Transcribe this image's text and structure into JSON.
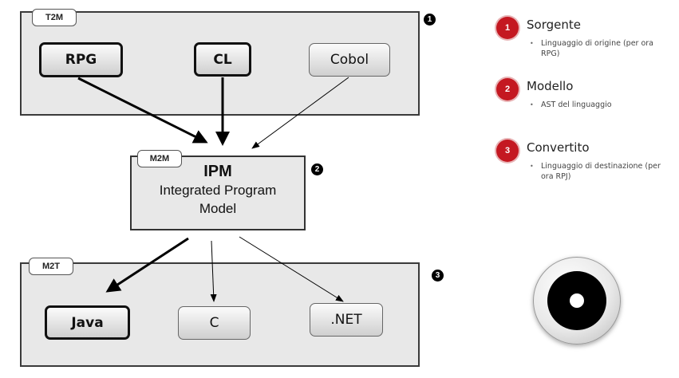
{
  "groups": {
    "t2m": {
      "tag": "T2M",
      "marker": "1"
    },
    "m2m": {
      "tag": "M2M",
      "marker": "2"
    },
    "m2t": {
      "tag": "M2T",
      "marker": "3"
    }
  },
  "sources": [
    "RPG",
    "CL",
    "Cobol"
  ],
  "ipm": {
    "title": "IPM",
    "line1": "Integrated Program",
    "line2": "Model"
  },
  "targets": [
    "Java",
    "C",
    ".NET"
  ],
  "legend": [
    {
      "number": "1",
      "title": "Sorgente",
      "desc": "Linguaggio di origine  (per ora RPG)"
    },
    {
      "number": "2",
      "title": "Modello",
      "desc": "AST del linguaggio"
    },
    {
      "number": "3",
      "title": "Convertito",
      "desc": "Linguaggio di destinazione (per ora RPJ)"
    }
  ],
  "colors": {
    "badge": "#c41821",
    "group_fill": "#e8e8e8",
    "border": "#333333"
  },
  "icons": {
    "disc": "target-disc-icon"
  }
}
